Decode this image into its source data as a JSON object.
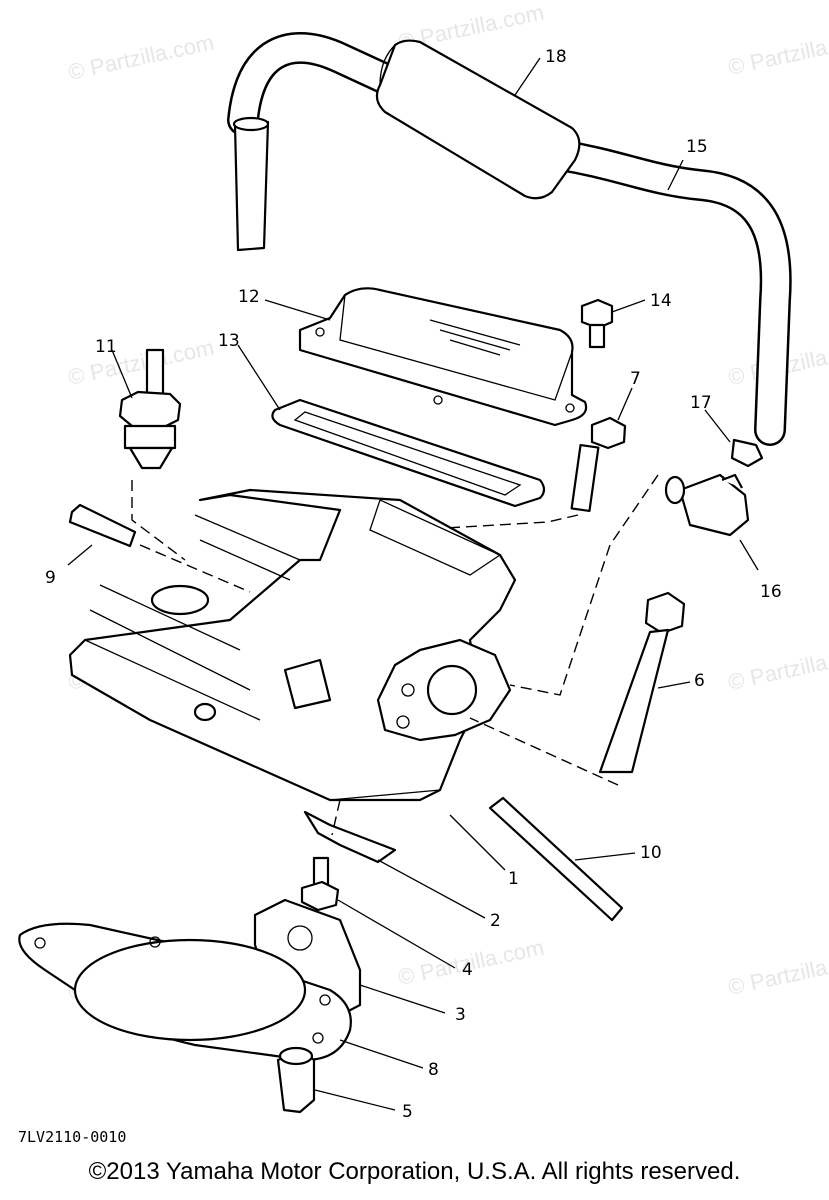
{
  "diagram": {
    "callouts": [
      {
        "id": "18",
        "label": "18"
      },
      {
        "id": "15",
        "label": "15"
      },
      {
        "id": "12",
        "label": "12"
      },
      {
        "id": "14",
        "label": "14"
      },
      {
        "id": "11",
        "label": "11"
      },
      {
        "id": "13",
        "label": "13"
      },
      {
        "id": "7",
        "label": "7"
      },
      {
        "id": "17",
        "label": "17"
      },
      {
        "id": "16",
        "label": "16"
      },
      {
        "id": "9",
        "label": "9"
      },
      {
        "id": "6",
        "label": "6"
      },
      {
        "id": "10",
        "label": "10"
      },
      {
        "id": "1",
        "label": "1"
      },
      {
        "id": "2",
        "label": "2"
      },
      {
        "id": "4",
        "label": "4"
      },
      {
        "id": "3",
        "label": "3"
      },
      {
        "id": "8",
        "label": "8"
      },
      {
        "id": "5",
        "label": "5"
      }
    ],
    "diagram_code": "7LV2110-0010",
    "watermark_text": "© Partzilla.com",
    "copyright": "©2013 Yamaha Motor Corporation, U.S.A. All rights reserved."
  }
}
